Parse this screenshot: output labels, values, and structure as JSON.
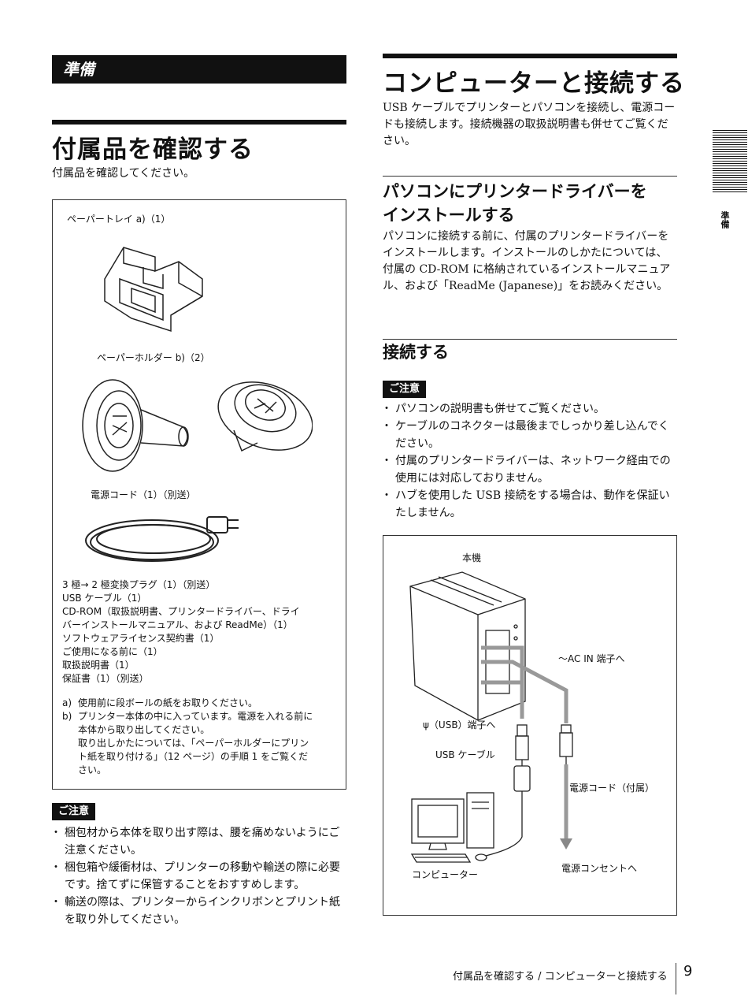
{
  "left": {
    "section_label": "準備",
    "title": "付属品を確認する",
    "intro": "付属品を確認してください。",
    "box": {
      "tray_label": "ペーパートレイ a)（1）",
      "holder_label": "ペーパーホルダー b)（2）",
      "cord_label": "電源コード（1）（別送）",
      "items": [
        "3 極→ 2 極変換プラグ（1）（別送）",
        "USB ケーブル（1）",
        "CD-ROM（取扱説明書、プリンタードライバー、ドライ",
        "バーインストールマニュアル、および ReadMe）（1）",
        "ソフトウェアライセンス契約書（1）",
        "ご使用になる前に（1）",
        "取扱説明書（1）",
        "保証書（1）（別送）"
      ],
      "notes": [
        {
          "mark": "a)",
          "text": "使用前に段ボールの紙をお取りください。"
        },
        {
          "mark": "b)",
          "text": "プリンター本体の中に入っています。電源を入れる前に"
        },
        {
          "mark": "",
          "text": "本体から取り出してください。"
        },
        {
          "mark": "",
          "text": "取り出しかたについては、「ペーパーホルダーにプリン"
        },
        {
          "mark": "",
          "text": "ト紙を取り付ける」（12 ページ）の手順 1 をご覧くだ"
        },
        {
          "mark": "",
          "text": "さい。"
        }
      ]
    },
    "caution_label": "ご注意",
    "cautions": [
      "梱包材から本体を取り出す際は、腰を痛めないようにご注意ください。",
      "梱包箱や緩衝材は、プリンターの移動や輸送の際に必要です。捨てずに保管することをおすすめします。",
      "輸送の際は、プリンターからインクリボンとプリント紙を取り外してください。"
    ]
  },
  "right": {
    "title": "コンピューターと接続する",
    "intro": "USB ケーブルでプリンターとパソコンを接続し、電源コードも接続します。接続機器の取扱説明書も併せてご覧ください。",
    "driver_heading_1": "パソコンにプリンタードライバーを",
    "driver_heading_2": "インストールする",
    "driver_text": "パソコンに接続する前に、付属のプリンタードライバーをインストールします。インストールのしかたについては、付属の CD-ROM に格納されているインストールマニュアル、および「ReadMe (Japanese)」をお読みください。",
    "connect_heading": "接続する",
    "caution_label": "ご注意",
    "cautions": [
      "パソコンの説明書も併せてご覧ください。",
      "ケーブルのコネクターは最後までしっかり差し込んでください。",
      "付属のプリンタードライバーは、ネットワーク経由での使用には対応しておりません。",
      "ハブを使用した USB 接続をする場合は、動作を保証いたしません。"
    ],
    "diagram": {
      "printer_label": "本機",
      "acin_label": "〜AC IN 端子へ",
      "usb_port_label": "（USB）端子へ",
      "usb_cable_label": "USB ケーブル",
      "power_cord_label": "電源コード（付属）",
      "computer_label": "コンピューター",
      "outlet_label": "電源コンセントへ"
    }
  },
  "side_tab_label": "準備",
  "footer": {
    "text": "付属品を確認する / コンピューターと接続する",
    "page_number": "9"
  }
}
